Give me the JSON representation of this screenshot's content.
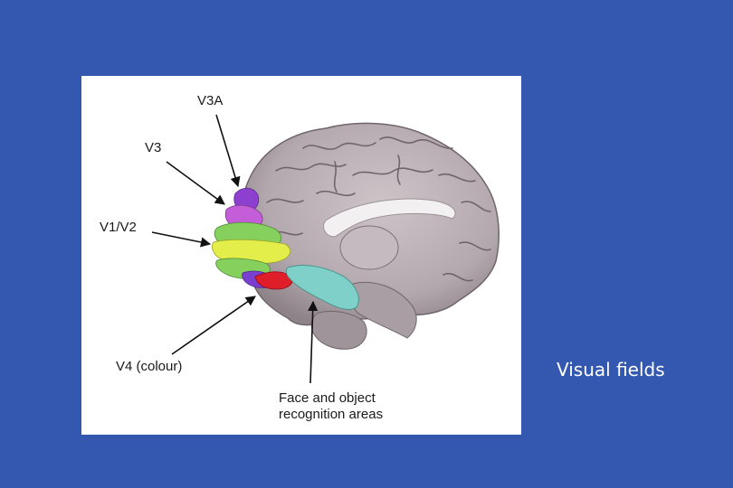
{
  "figure": {
    "labels": {
      "v3a": "V3A",
      "v3": "V3",
      "v1v2": "V1/V2",
      "v4": "V4 (colour)",
      "face_line1": "Face and object",
      "face_line2": "recognition areas"
    },
    "region_colors": {
      "v3a": "#8d3fcf",
      "v3": "#c45ed8",
      "v1v2_green": "#86d05e",
      "v1v2_yellow": "#e3ee4a",
      "v4_purple": "#7a3fcf",
      "v4_red": "#e01e2a",
      "face_object": "#7fd0c8"
    },
    "brain_color": "#b8aeb3"
  },
  "caption": "Visual fields"
}
